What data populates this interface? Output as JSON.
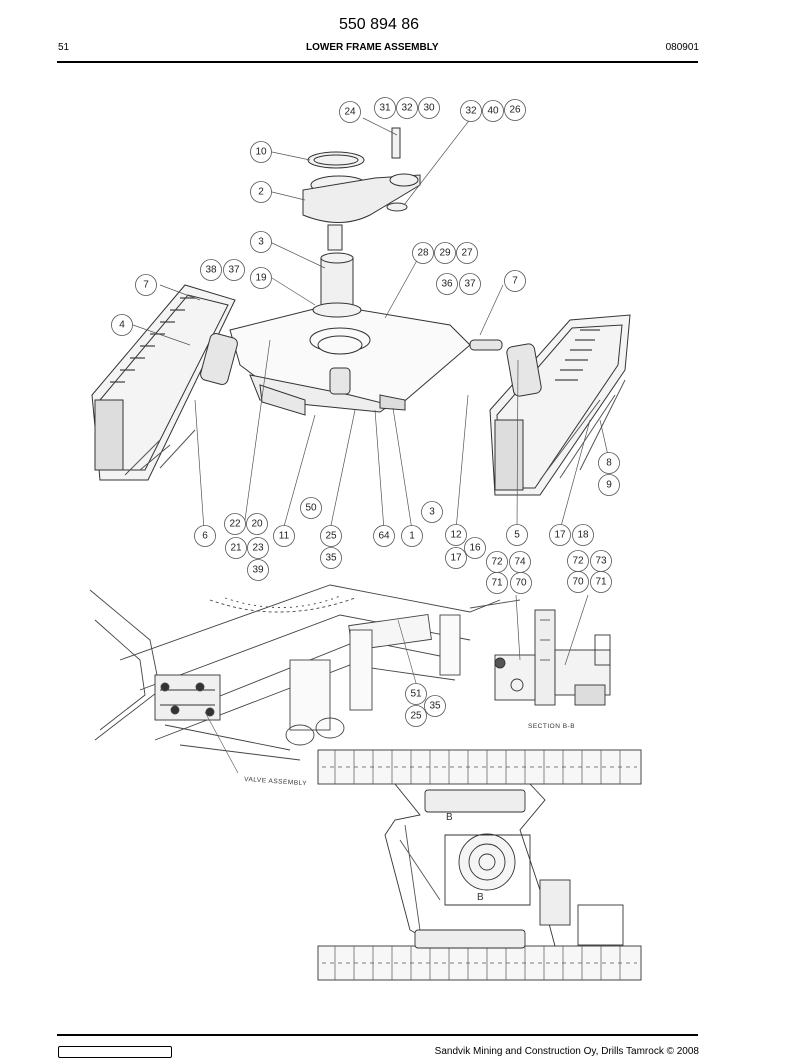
{
  "header": {
    "part_number": "550 894 86",
    "page": "51",
    "title": "LOWER FRAME ASSEMBLY",
    "code": "080901"
  },
  "drawing": {
    "callouts": [
      "24",
      "31",
      "32",
      "30",
      "32",
      "40",
      "26",
      "10",
      "2",
      "3",
      "28",
      "29",
      "27",
      "38",
      "37",
      "19",
      "36",
      "37",
      "7",
      "7",
      "4",
      "8",
      "9",
      "50",
      "3",
      "22",
      "20",
      "6",
      "11",
      "25",
      "64",
      "1",
      "12",
      "5",
      "17",
      "18",
      "21",
      "23",
      "35",
      "16",
      "17",
      "72",
      "74",
      "72",
      "73",
      "39",
      "71",
      "70",
      "70",
      "71",
      "51",
      "35",
      "25"
    ],
    "labels": {
      "section": "SECTION B-B",
      "valve": "VALVE ASSEMBLY",
      "b_upper": "B",
      "b_lower": "B"
    }
  },
  "footer": {
    "copyright": "Sandvik Mining and Construction Oy, Drills Tamrock © 2008"
  }
}
